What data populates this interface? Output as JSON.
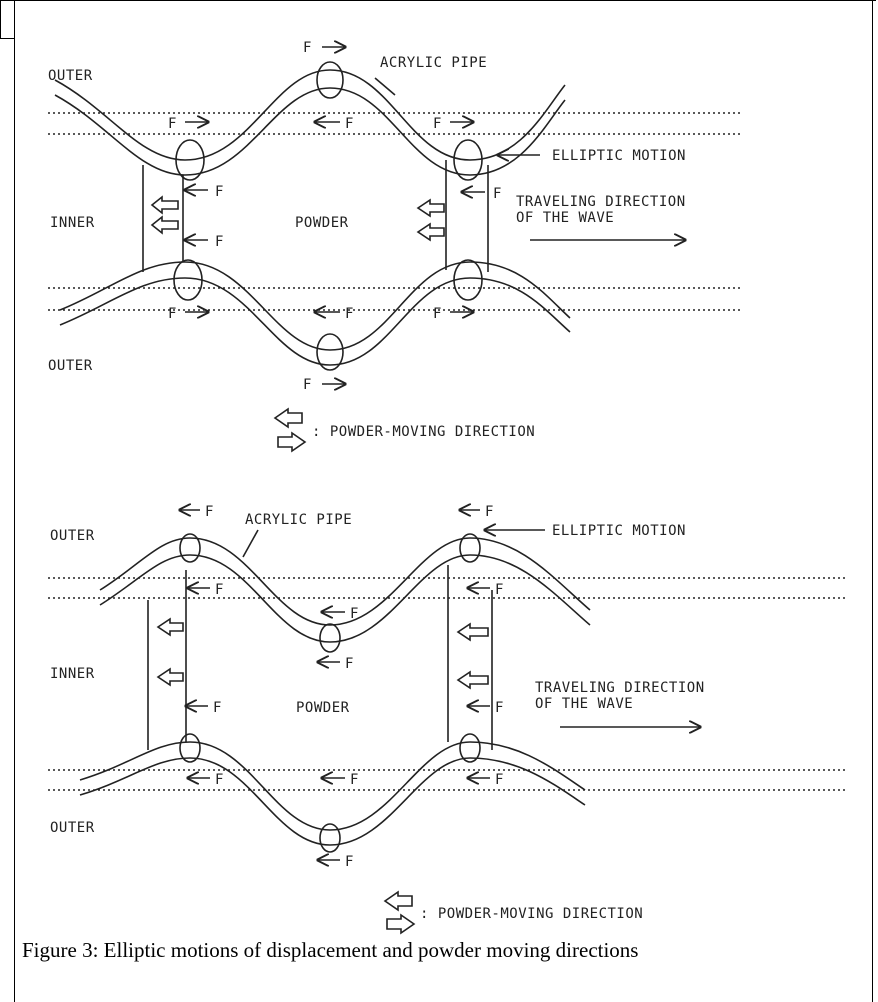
{
  "diagram_top": {
    "labels": {
      "outer_top": "OUTER",
      "outer_bottom": "OUTER",
      "inner": "INNER",
      "powder": "POWDER",
      "acrylic_pipe": "ACRYLIC PIPE",
      "elliptic_motion": "ELLIPTIC MOTION",
      "travel_line1": "TRAVELING DIRECTION",
      "travel_line2": "OF THE WAVE",
      "legend": ": POWDER-MOVING DIRECTION",
      "force": "F"
    }
  },
  "diagram_bottom": {
    "labels": {
      "outer_top": "OUTER",
      "outer_bottom": "OUTER",
      "inner": "INNER",
      "powder": "POWDER",
      "acrylic_pipe": "ACRYLIC PIPE",
      "elliptic_motion": "ELLIPTIC MOTION",
      "travel_line1": "TRAVELING DIRECTION",
      "travel_line2": "OF THE WAVE",
      "legend": ": POWDER-MOVING DIRECTION",
      "force": "F"
    }
  },
  "caption": "Figure 3: Elliptic motions of displacement and powder moving directions"
}
